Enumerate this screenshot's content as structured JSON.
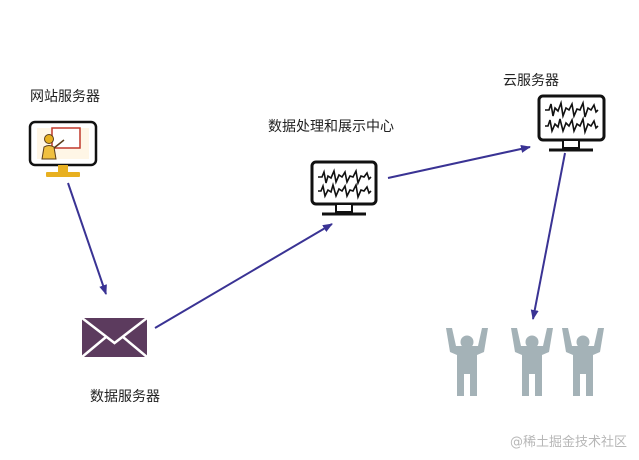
{
  "nodes": {
    "website_server": {
      "label": "网站服务器"
    },
    "data_server": {
      "label": "数据服务器"
    },
    "processing_center": {
      "label": "数据处理和展示中心"
    },
    "cloud_server": {
      "label": "云服务器"
    }
  },
  "watermark": "@稀土掘金技术社区",
  "colors": {
    "arrow": "#3a3394",
    "envelope": "#5c3b5e",
    "monitor_stand": "#e8b020",
    "people": "#a4b2b7",
    "stroke": "#111111"
  },
  "icons": {
    "website_server": "presentation-monitor-icon",
    "data_server": "envelope-icon",
    "processing_center": "waveform-monitor-icon",
    "cloud_server": "waveform-monitor-icon",
    "users": "people-icon"
  }
}
